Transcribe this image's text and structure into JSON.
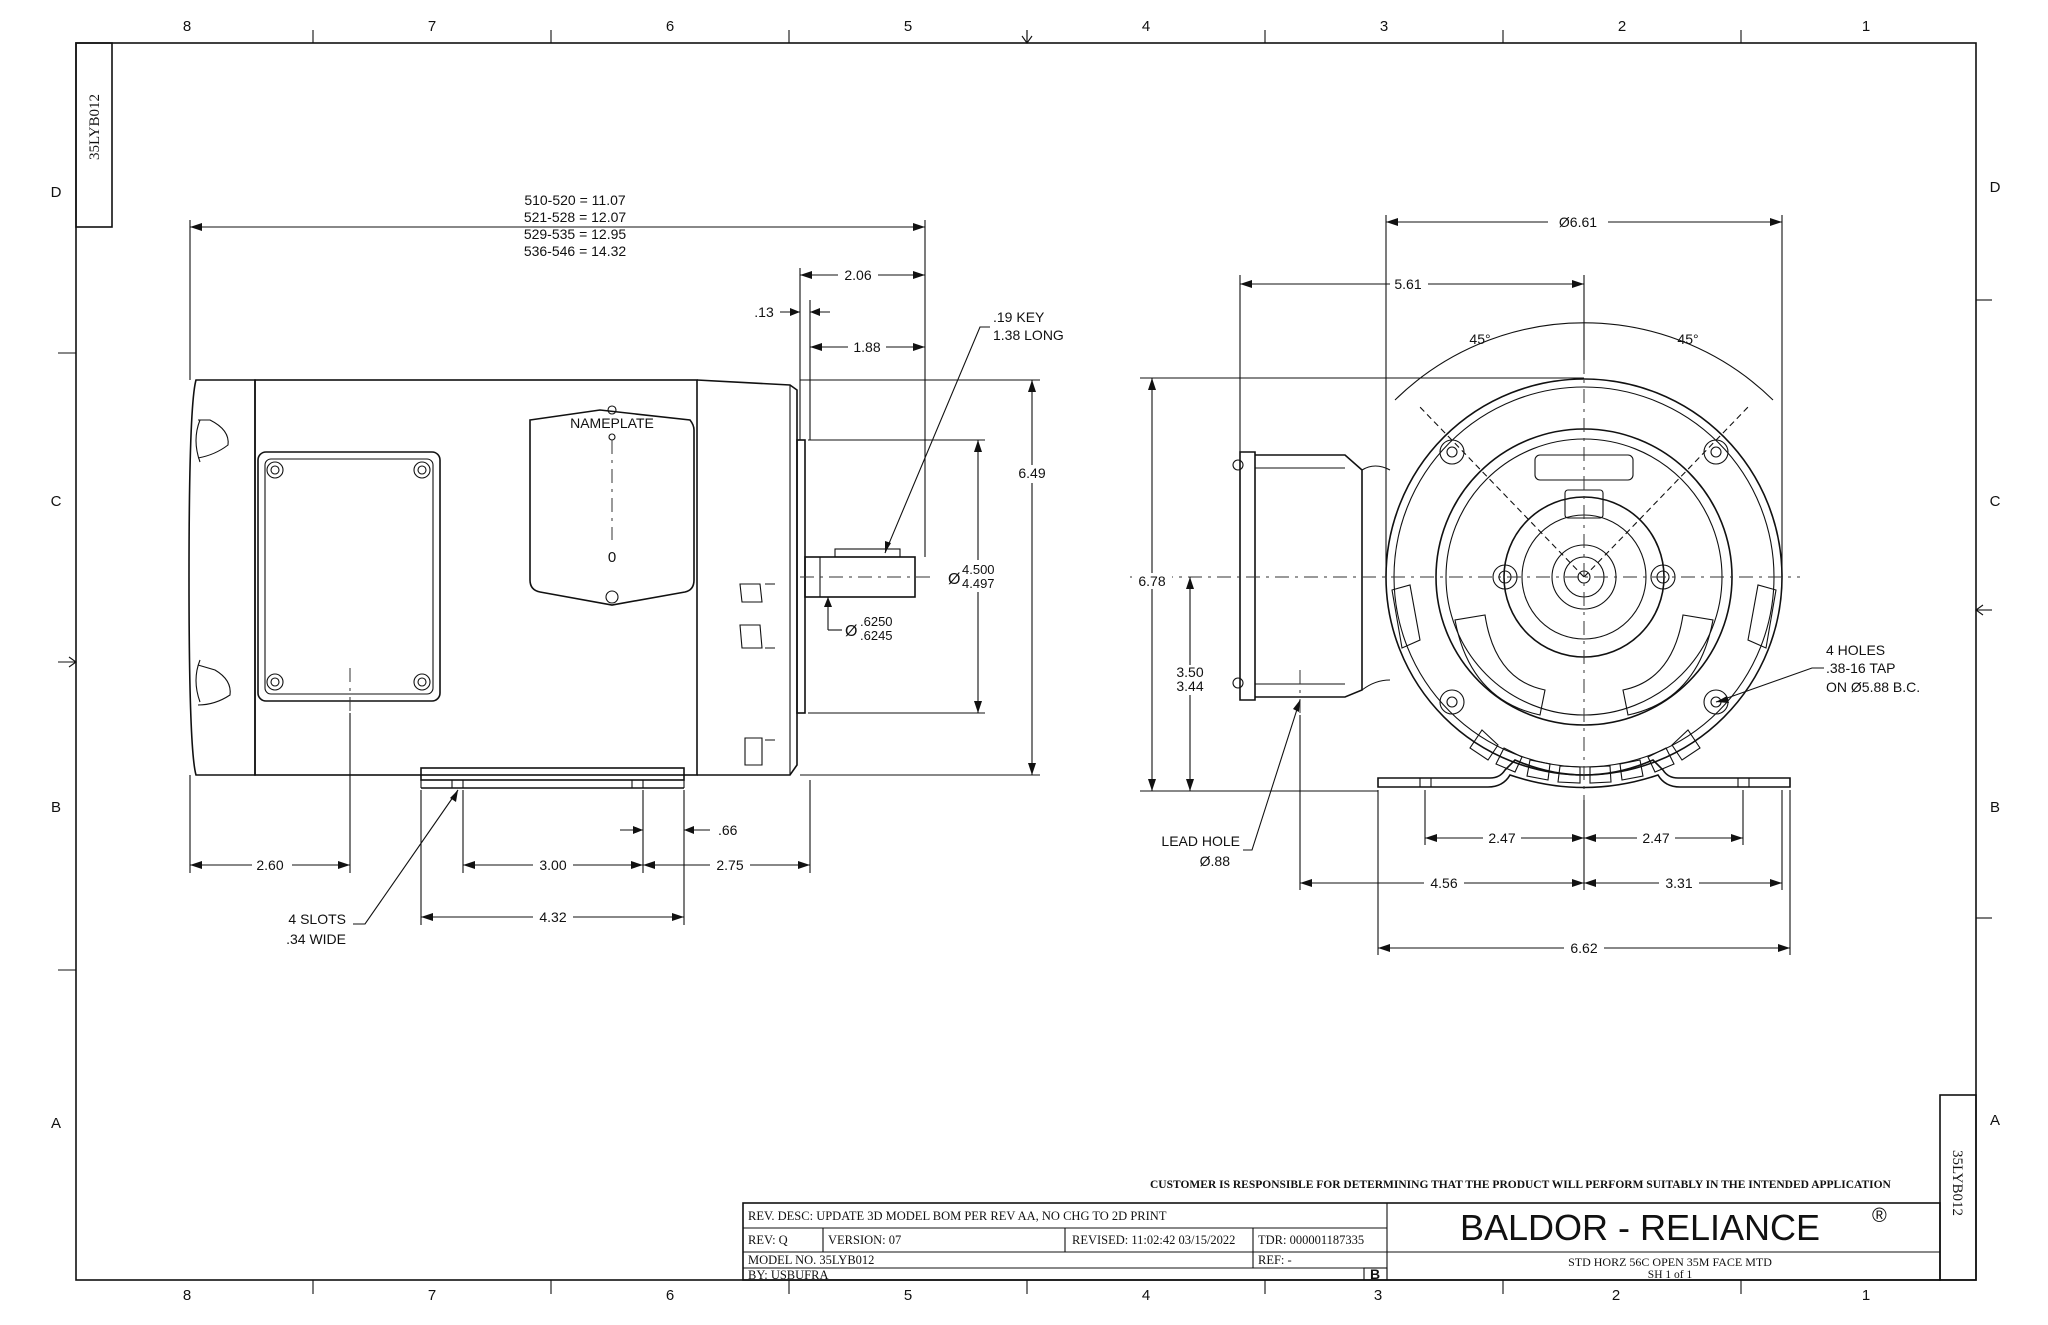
{
  "zones": {
    "columns_top": [
      "8",
      "7",
      "6",
      "5",
      "4",
      "3",
      "2",
      "1"
    ],
    "columns_bottom": [
      "8",
      "7",
      "6",
      "5",
      "4",
      "3",
      "2",
      "1"
    ],
    "rows_left": [
      "D",
      "C",
      "B",
      "A"
    ],
    "rows_right": [
      "D",
      "C",
      "B",
      "A"
    ]
  },
  "sheet_id_top": "35LYB012",
  "sheet_id_right": "35LYB012",
  "side_view": {
    "length_lines": [
      "510-520 = 11.07",
      "521-528 = 12.07",
      "529-535 = 12.95",
      "536-546 = 14.32"
    ],
    "d_206": "2.06",
    "d_013": ".13",
    "d_188": "1.88",
    "key_line1": ".19 KEY",
    "key_line2": "1.38 LONG",
    "d_649": "6.49",
    "pilot_top": "4.500",
    "pilot_bottom": "4.497",
    "shaft_top": ".6250",
    "shaft_bottom": ".6245",
    "nameplate": "NAMEPLATE",
    "zero": "0",
    "d_260": "2.60",
    "d_300": "3.00",
    "d_275": "2.75",
    "d_066": ".66",
    "d_432": "4.32",
    "slots_line1": "4 SLOTS",
    "slots_line2": ".34 WIDE",
    "diam_symbol": "Ø"
  },
  "end_view": {
    "d_661": "Ø6.61",
    "d_561": "5.61",
    "angle_left": "45°",
    "angle_right": "45°",
    "d_678": "6.78",
    "d_350": "3.50",
    "d_344": "3.44",
    "holes_line1": "4 HOLES",
    "holes_line2": ".38-16 TAP",
    "holes_line3": "ON Ø5.88 B.C.",
    "lead_line1": "LEAD HOLE",
    "lead_line2": "Ø.88",
    "d_247_left": "2.47",
    "d_247_right": "2.47",
    "d_456": "4.56",
    "d_331": "3.31",
    "d_662": "6.62"
  },
  "title_block": {
    "disclaimer": "CUSTOMER IS RESPONSIBLE FOR DETERMINING THAT THE PRODUCT WILL PERFORM SUITABLY IN THE INTENDED APPLICATION",
    "rev_desc": "REV. DESC: UPDATE 3D MODEL BOM PER REV AA, NO CHG TO 2D PRINT",
    "rev": "REV:  Q",
    "version": "VERSION:  07",
    "revised": "REVISED:  11:02:42 03/15/2022",
    "tdr": "TDR: 000001187335",
    "model_no": "MODEL NO.  35LYB012",
    "ref": "REF:  -",
    "by": "BY: USBUFRA",
    "size": "B",
    "company": "BALDOR - RELIANCE",
    "registered": "®",
    "description": "STD HORZ 56C OPEN 35M FACE MTD",
    "sheet": "SH 1 of  1"
  }
}
